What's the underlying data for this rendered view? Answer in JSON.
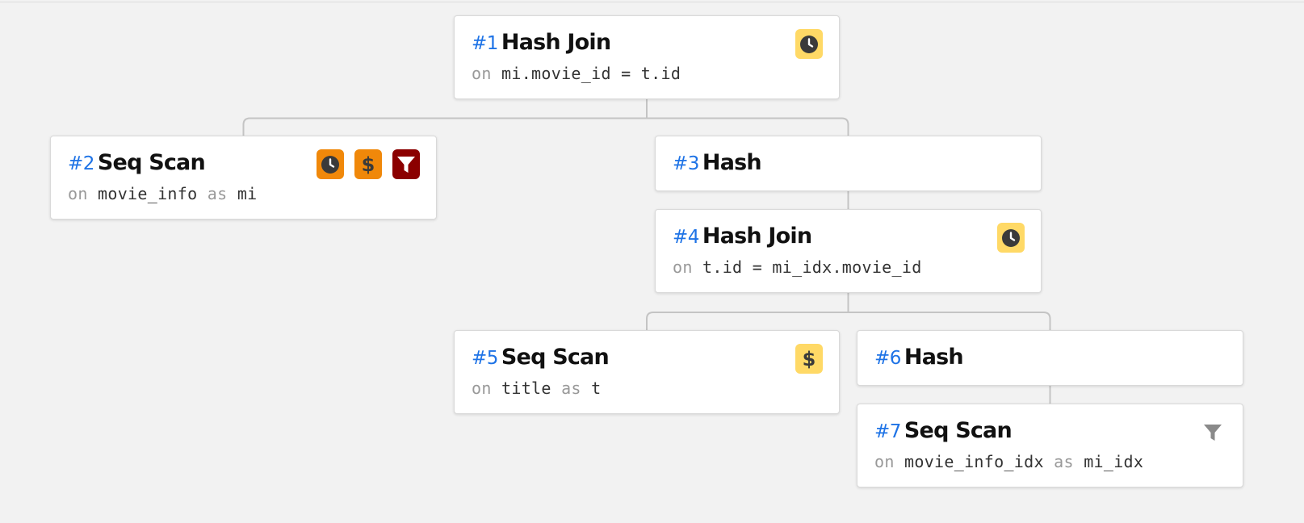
{
  "colors": {
    "node_id": "#1e73e6",
    "badge_warning": "#ffd966",
    "badge_severe": "#f0880a",
    "badge_critical": "#8b0000",
    "badge_muted": "#8a8a8a",
    "edge": "#c4c4c4"
  },
  "nodes": [
    {
      "id": "#1",
      "type": "Hash Join",
      "sub": [
        {
          "kw": "on"
        },
        {
          "t": "mi.movie_id = t.id"
        }
      ],
      "badges": [
        {
          "icon": "clock-icon",
          "level": "warning"
        }
      ]
    },
    {
      "id": "#2",
      "type": "Seq Scan",
      "sub": [
        {
          "kw": "on"
        },
        {
          "t": "movie_info"
        },
        {
          "kw": "as"
        },
        {
          "t": "mi"
        }
      ],
      "badges": [
        {
          "icon": "clock-icon",
          "level": "severe"
        },
        {
          "icon": "dollar-icon",
          "level": "severe"
        },
        {
          "icon": "filter-icon",
          "level": "critical"
        }
      ]
    },
    {
      "id": "#3",
      "type": "Hash",
      "sub": [],
      "badges": []
    },
    {
      "id": "#4",
      "type": "Hash Join",
      "sub": [
        {
          "kw": "on"
        },
        {
          "t": "t.id = mi_idx.movie_id"
        }
      ],
      "badges": [
        {
          "icon": "clock-icon",
          "level": "warning"
        }
      ]
    },
    {
      "id": "#5",
      "type": "Seq Scan",
      "sub": [
        {
          "kw": "on"
        },
        {
          "t": "title"
        },
        {
          "kw": "as"
        },
        {
          "t": "t"
        }
      ],
      "badges": [
        {
          "icon": "dollar-icon",
          "level": "warning"
        }
      ]
    },
    {
      "id": "#6",
      "type": "Hash",
      "sub": [],
      "badges": []
    },
    {
      "id": "#7",
      "type": "Seq Scan",
      "sub": [
        {
          "kw": "on"
        },
        {
          "t": "movie_info_idx"
        },
        {
          "kw": "as"
        },
        {
          "t": "mi_idx"
        }
      ],
      "badges": [
        {
          "icon": "filter-icon",
          "level": "muted"
        }
      ]
    }
  ],
  "edges": [
    {
      "from": "#1",
      "to": "#2"
    },
    {
      "from": "#1",
      "to": "#3"
    },
    {
      "from": "#3",
      "to": "#4"
    },
    {
      "from": "#4",
      "to": "#5"
    },
    {
      "from": "#4",
      "to": "#6"
    },
    {
      "from": "#6",
      "to": "#7"
    }
  ]
}
